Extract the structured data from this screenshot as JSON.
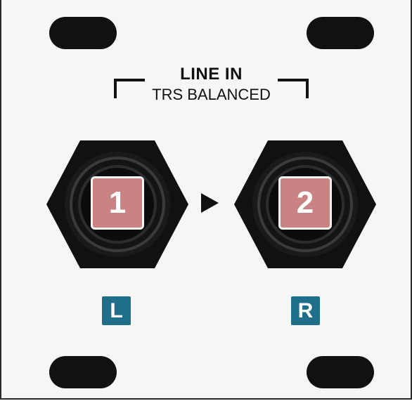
{
  "header": {
    "title": "LINE IN",
    "subtitle": "TRS BALANCED"
  },
  "jacks": [
    {
      "number": "1",
      "channel": "L"
    },
    {
      "number": "2",
      "channel": "R"
    }
  ],
  "colors": {
    "panel": "#f6f6f6",
    "jack_body": "#111111",
    "badge": "#c98383",
    "channel_label": "#1f6f8a"
  },
  "icons": [
    "mounting-hole",
    "trs-jack",
    "stereo-link-arrow"
  ]
}
